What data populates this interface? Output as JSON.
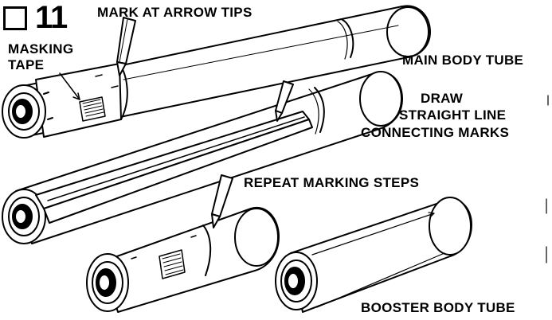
{
  "step": {
    "number": "11",
    "checkbox": "empty-checkbox-icon"
  },
  "labels": {
    "mark_at_arrow_tips": "MARK AT ARROW TIPS",
    "masking_tape": [
      "MASKING",
      "TAPE"
    ],
    "main_body_tube": "MAIN BODY TUBE",
    "draw_line": [
      "DRAW",
      "STRAIGHT LINE",
      "CONNECTING MARKS"
    ],
    "repeat_marking_steps": "REPEAT MARKING STEPS",
    "booster_body_tube": "BOOSTER BODY TUBE"
  },
  "icons": [
    "pencil-icon",
    "masking-tape-icon",
    "straight-edge-icon",
    "arrow-mark-icon"
  ]
}
